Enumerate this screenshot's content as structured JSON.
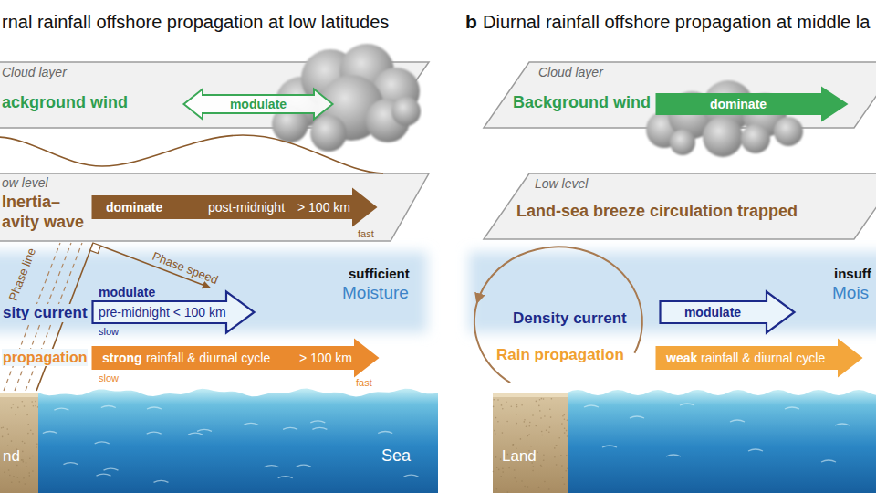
{
  "diagram": {
    "nodes": [
      {
        "text": [
          "Cloud layer",
          "ackground wind"
        ]
      },
      {
        "text": [
          "modulate"
        ],
        "in": 0
      },
      {
        "text": [
          "ow level",
          "Inertia– avity wave"
        ]
      },
      {
        "text": [
          "dominate",
          "post-midnight",
          "> 100 km"
        ],
        "in": 2
      },
      {
        "text": [
          "sufficient",
          "Moisture",
          "sity current"
        ]
      },
      {
        "text": [
          "modulate",
          "pre-midnight < 100 km"
        ],
        "in": 4
      },
      {
        "text": [
          "strong",
          "rainfall & diurnal cycle",
          "> 100 km"
        ]
      },
      {
        "text": [
          "nd"
        ]
      },
      {
        "text": [
          "Sea"
        ]
      },
      {
        "text": [
          "Cloud layer",
          "Background wind"
        ]
      },
      {
        "text": [
          "dominate"
        ],
        "in": 9
      },
      {
        "text": [
          "Low level",
          "Land-sea breeze circulation trapped"
        ]
      },
      {
        "text": [
          "insuff",
          "Mois",
          "Density current"
        ]
      },
      {
        "text": [
          "modulate"
        ],
        "in": 12
      },
      {
        "text": [
          "weak",
          "rainfall & diurnal cycle"
        ]
      },
      {
        "text": [
          "Land"
        ]
      }
    ],
    "labels": [
      "rnal rainfall offshore propagation at low latitudes",
      "b",
      "Diurnal rainfall offshore propagation at middle la",
      "fast",
      "Phase line",
      "Phase speed",
      "slow",
      "propagation",
      "slow",
      "fast",
      "Rain propagation"
    ]
  }
}
